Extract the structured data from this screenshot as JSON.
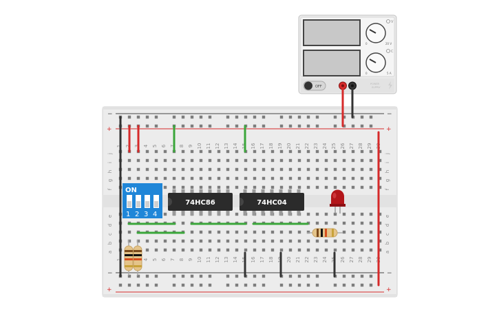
{
  "power_supply": {
    "off_label": "OFF",
    "corner_marks": [
      "V",
      "C"
    ],
    "voltage_scale": [
      "0",
      "20 V"
    ],
    "current_scale": [
      "0",
      "5 A"
    ],
    "brand_text": [
      "POWER",
      "SUPPLY"
    ]
  },
  "breadboard": {
    "columns": [
      "1",
      "2",
      "3",
      "4",
      "5",
      "6",
      "7",
      "8",
      "9",
      "10",
      "11",
      "12",
      "13",
      "14",
      "15",
      "16",
      "17",
      "18",
      "19",
      "20",
      "21",
      "22",
      "23",
      "24",
      "25",
      "26",
      "27",
      "28",
      "29",
      "30"
    ],
    "top_rows": [
      "j",
      "i",
      "h",
      "g",
      "f"
    ],
    "bottom_rows": [
      "e",
      "d",
      "c",
      "b",
      "a"
    ],
    "rail_plus": "+",
    "rail_minus": "−"
  },
  "dip_switch": {
    "on_label": "ON",
    "positions": [
      "1",
      "2",
      "3",
      "4"
    ]
  },
  "chips": {
    "chip1_label": "74HC86",
    "chip2_label": "74HC04"
  },
  "colors": {
    "wire_red": "#d62a2a",
    "wire_black": "#333333",
    "wire_green": "#3aa63a",
    "dip_blue": "#1f86d8",
    "led_red": "#b3161a",
    "board": "#ececec"
  }
}
